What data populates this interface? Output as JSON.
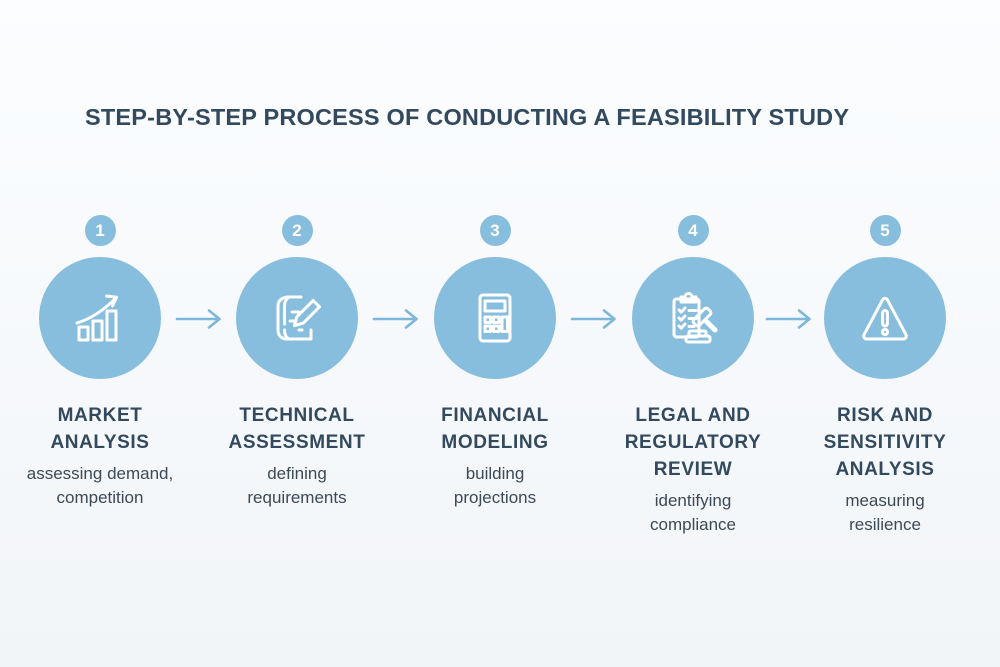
{
  "title": "STEP-BY-STEP PROCESS OF CONDUCTING A FEASIBILITY STUDY",
  "colors": {
    "circle_blue": "#88BEDD",
    "arrow_blue": "#7DB7D9",
    "heading_color": "#33495E",
    "subtitle_color": "#3C4956",
    "icon_stroke": "#FFFFFF",
    "background_top": "#FBFDFF",
    "background_bottom": "#F2F5F8"
  },
  "steps": [
    {
      "number": "1",
      "icon": "growth-chart-icon",
      "title": "MARKET\nANALYSIS",
      "subtitle": "assessing demand,\ncompetition"
    },
    {
      "number": "2",
      "icon": "blueprint-pencil-icon",
      "title": "TECHNICAL\nASSESSMENT",
      "subtitle": "defining\nrequirements"
    },
    {
      "number": "3",
      "icon": "calculator-icon",
      "title": "FINANCIAL\nMODELING",
      "subtitle": "building\nprojections"
    },
    {
      "number": "4",
      "icon": "clipboard-gavel-icon",
      "title": "LEGAL AND\nREGULATORY\nREVIEW",
      "subtitle": "identifying\ncompliance"
    },
    {
      "number": "5",
      "icon": "warning-triangle-icon",
      "title": "RISK AND\nSENSITIVITY\nANALYSIS",
      "subtitle": "measuring\nresilience"
    }
  ]
}
